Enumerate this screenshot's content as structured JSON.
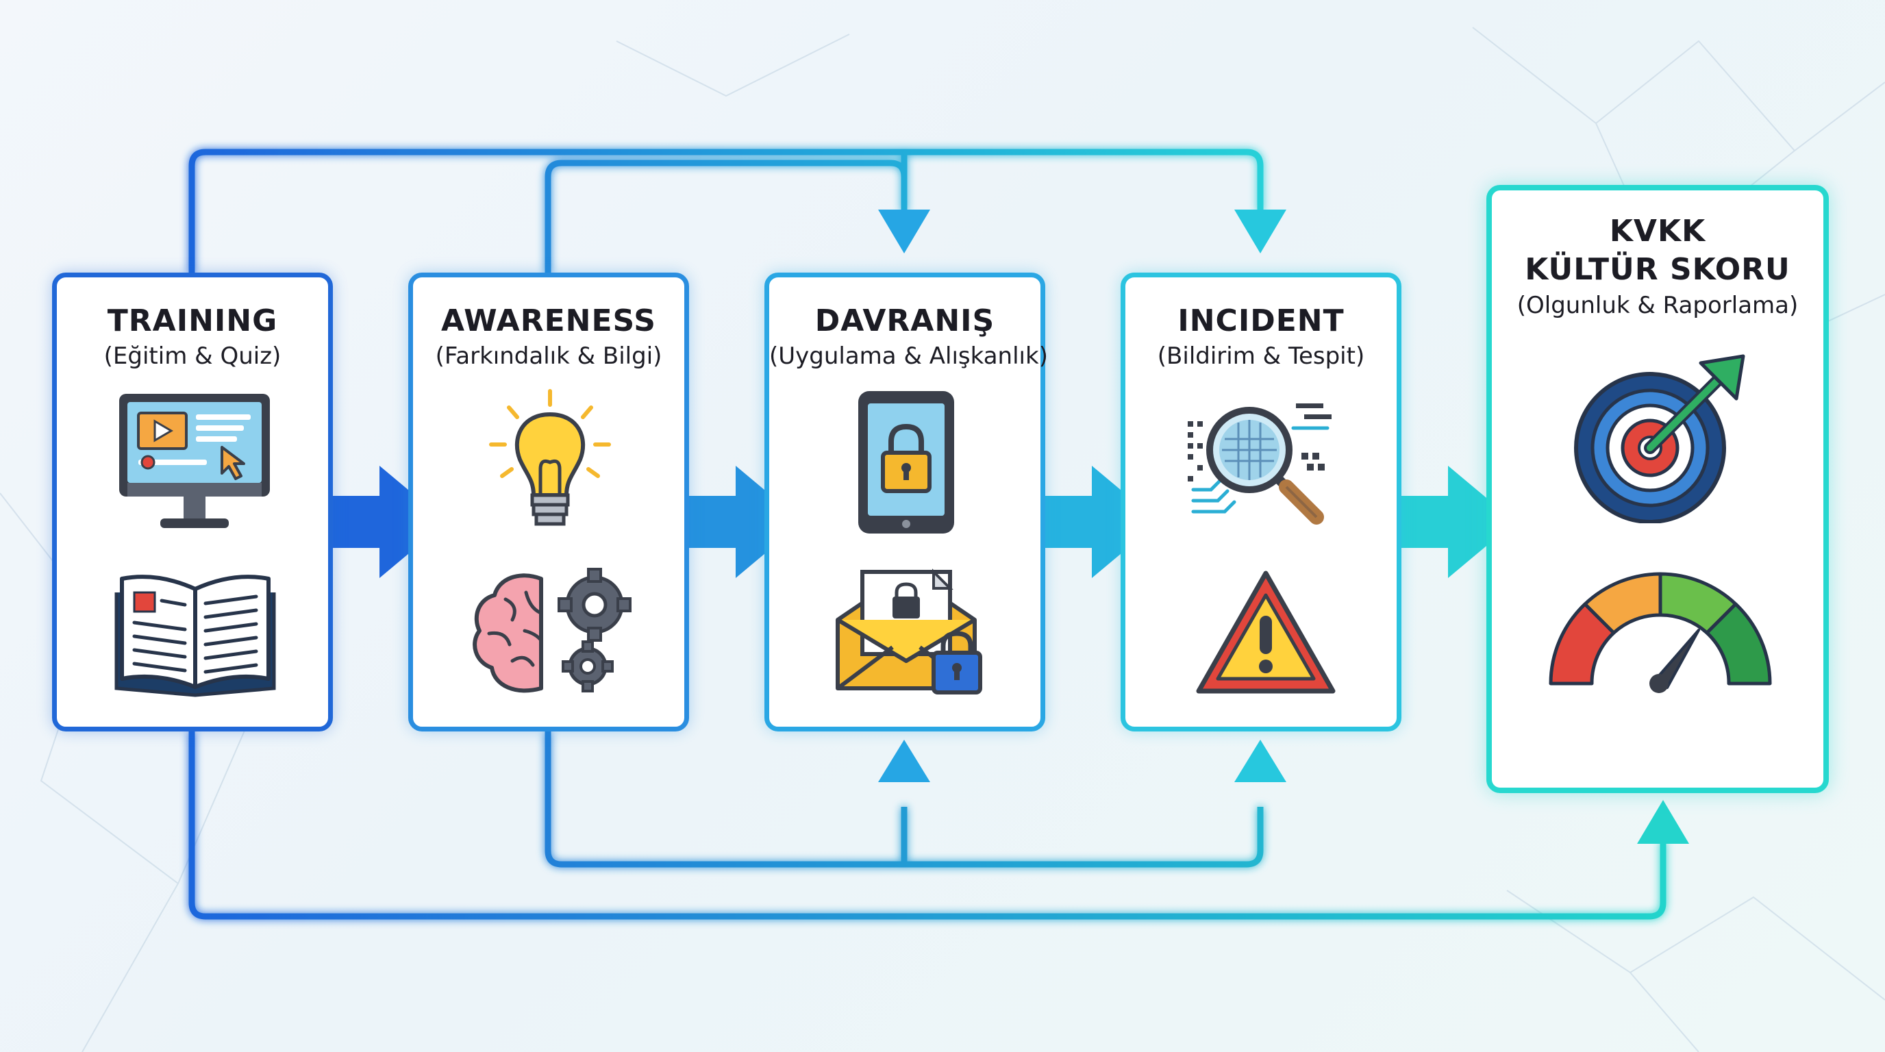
{
  "stages": [
    {
      "title": "TRAINING",
      "subtitle": "(Eğitim & Quiz)",
      "icons": [
        "video-lesson-monitor-icon",
        "open-book-icon"
      ],
      "color": "#2168d8"
    },
    {
      "title": "AWARENESS",
      "subtitle": "(Farkındalık & Bilgi)",
      "icons": [
        "lightbulb-icon",
        "brain-gears-icon"
      ],
      "color": "#2a8ee0"
    },
    {
      "title": "DAVRANIŞ",
      "subtitle": "(Uygulama & Alışkanlık)",
      "icons": [
        "locked-tablet-icon",
        "secure-email-icon"
      ],
      "color": "#2aa7e4"
    },
    {
      "title": "INCIDENT",
      "subtitle": "(Bildirim & Tespit)",
      "icons": [
        "magnifier-scan-icon",
        "warning-triangle-icon"
      ],
      "color": "#2cc4e0"
    }
  ],
  "result": {
    "title_line1": "KVKK",
    "title_line2": "KÜLTÜR SKORU",
    "subtitle": "(Olgunluk & Raporlama)",
    "icons": [
      "target-arrow-icon",
      "score-gauge-icon"
    ],
    "color": "#27d8cf"
  },
  "colors": {
    "arrow_1": "#1f66dc",
    "arrow_2": "#2592df",
    "arrow_3": "#26b3e0",
    "arrow_4": "#28cfd6",
    "loop_top": "#2e86e6",
    "loop_bottom": "#2a98e4"
  }
}
